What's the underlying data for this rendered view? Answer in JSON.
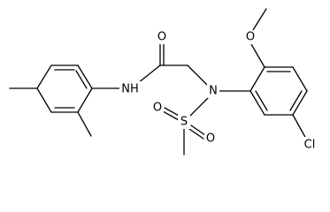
{
  "molecule": {
    "atoms": {
      "o_carbonyl": "O",
      "nh": "NH",
      "n_sulfonamide": "N",
      "s": "S",
      "o_sulfonyl_left": "O",
      "o_sulfonyl_right": "O",
      "o_methoxy": "O",
      "cl": "Cl"
    },
    "colors": {
      "bond": "#000000",
      "label": "#000000",
      "background": "#ffffff"
    }
  }
}
